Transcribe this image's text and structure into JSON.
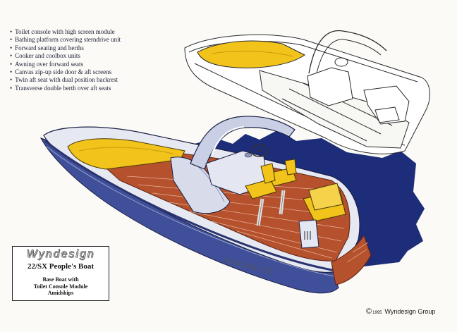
{
  "features": [
    "Toilet console with high screen module",
    "Bathing platform covering sterndrive unit",
    "Forward seating and berths",
    "Cooker and coolbox units",
    "Awning over forward seats",
    "Canvas zip-up side door & aft screens",
    "Twin aft seat with dual position backrest",
    "Transverse double berth over aft seats"
  ],
  "title_box": {
    "brand": "Wyndesign",
    "model": "22/SX People's Boat",
    "description_lines": [
      "Base Boat with",
      "Toilet Console Module",
      "Amidships"
    ]
  },
  "copyright": {
    "symbol": "©",
    "year": "1995",
    "owner": "Wyndesign Group"
  },
  "signature": "WOLSEN '95",
  "colors": {
    "paper": "#fbfaf6",
    "hull_blue": "#3f4f9a",
    "deck_wood": "#b5512d",
    "cushion_yellow": "#f2c31a",
    "background_shadow": "#1d2d7a"
  }
}
